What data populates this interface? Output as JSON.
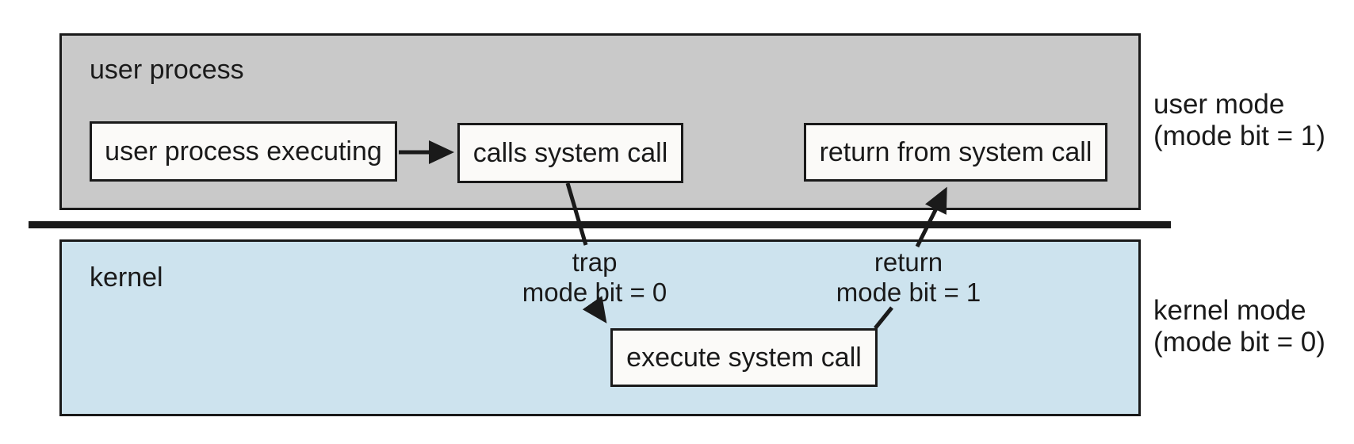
{
  "figure": {
    "description": "Transition from user mode to kernel mode via system call"
  },
  "colors": {
    "user_region_fill": "#c9c9c9",
    "kernel_region_fill": "#cde3ee",
    "box_fill": "#fbfaf8",
    "line": "#1a1a1a",
    "background": "#ffffff"
  },
  "user_region": {
    "title": "user process",
    "box_executing": "user process executing",
    "box_calls": "calls system call",
    "box_return": "return from system call"
  },
  "kernel_region": {
    "title": "kernel",
    "trap_label_line1": "trap",
    "trap_label_line2": "mode bit = 0",
    "return_label_line1": "return",
    "return_label_line2": "mode bit = 1",
    "box_execute": "execute system call"
  },
  "mode_labels": {
    "user_line1": "user mode",
    "user_line2": "(mode bit = 1)",
    "kernel_line1": "kernel mode",
    "kernel_line2": "(mode bit = 0)"
  }
}
